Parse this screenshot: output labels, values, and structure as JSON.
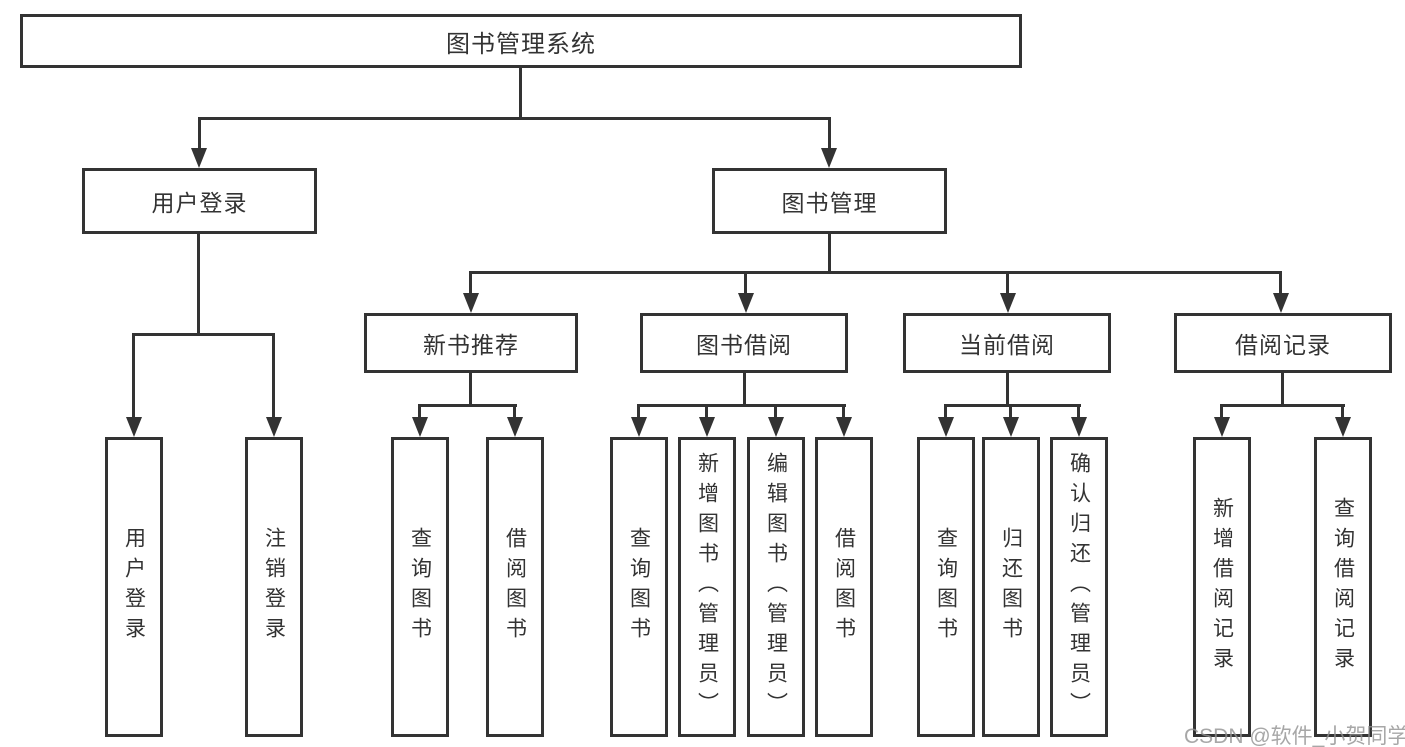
{
  "diagram": {
    "root": {
      "label": "图书管理系统"
    },
    "branches": [
      {
        "label": "用户登录"
      },
      {
        "label": "图书管理"
      }
    ],
    "modules": [
      {
        "label": "新书推荐",
        "parent": "图书管理"
      },
      {
        "label": "图书借阅",
        "parent": "图书管理"
      },
      {
        "label": "当前借阅",
        "parent": "图书管理"
      },
      {
        "label": "借阅记录",
        "parent": "图书管理"
      }
    ],
    "functions": [
      {
        "label": "用户登录",
        "parent": "用户登录"
      },
      {
        "label": "注销登录",
        "parent": "用户登录"
      },
      {
        "label": "查询图书",
        "parent": "新书推荐"
      },
      {
        "label": "借阅图书",
        "parent": "新书推荐"
      },
      {
        "label": "查询图书",
        "parent": "图书借阅"
      },
      {
        "label": "新增图书（管理员）",
        "parent": "图书借阅"
      },
      {
        "label": "编辑图书（管理员）",
        "parent": "图书借阅"
      },
      {
        "label": "借阅图书",
        "parent": "图书借阅"
      },
      {
        "label": "查询图书",
        "parent": "当前借阅"
      },
      {
        "label": "归还图书",
        "parent": "当前借阅"
      },
      {
        "label": "确认归还（管理员）",
        "parent": "当前借阅"
      },
      {
        "label": "新增借阅记录",
        "parent": "借阅记录"
      },
      {
        "label": "查询借阅记录",
        "parent": "借阅记录"
      }
    ],
    "colors": {
      "line": "#333333",
      "background": "#ffffff"
    }
  },
  "watermark": "CSDN @软件_小贺同学"
}
